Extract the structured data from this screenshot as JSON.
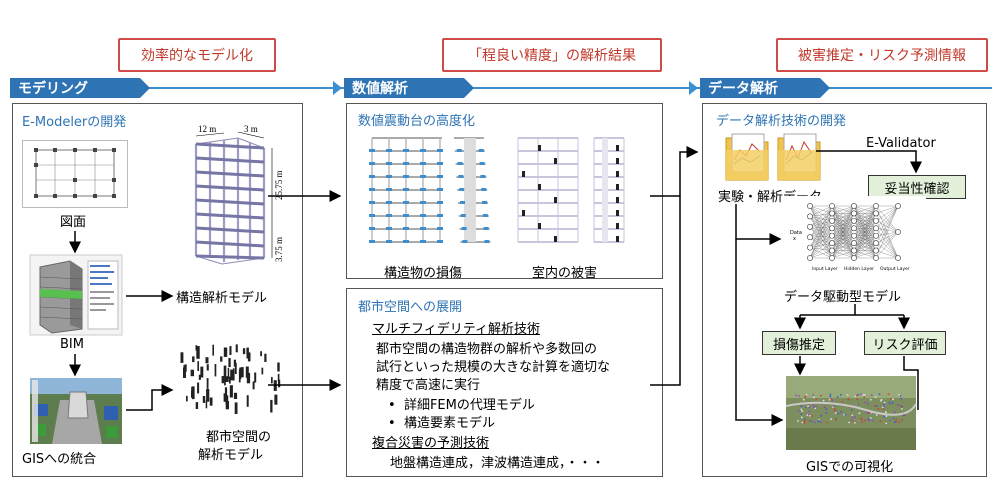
{
  "headers": {
    "left": "効率的なモデル化",
    "center": "「程良い精度」の解析結果",
    "right": "被害推定・リスク予測情報"
  },
  "stages": {
    "modeling": "モデリング",
    "numerical": "数値解析",
    "data": "データ解析"
  },
  "modeling_panel": {
    "title": "E-Modelerの開発",
    "drawing_label": "図面",
    "bim_label": "BIM",
    "gis_label": "GISへの統合",
    "structural_model_label": "構造解析モデル",
    "urban_model_label_1": "都市空間の",
    "urban_model_label_2": "解析モデル",
    "dim_12m": "12 m",
    "dim_3m": "3 m",
    "dim_height": "25.75 m",
    "dim_floor": "3.75 m"
  },
  "shaking_panel": {
    "title": "数値震動台の高度化",
    "damage_label": "構造物の損傷",
    "indoor_label": "室内の被害"
  },
  "urban_panel": {
    "title": "都市空間への展開",
    "mf_heading": "マルチフィデリティ解析技術",
    "mf_line1": "都市空間の構造物群の解析や多数回の",
    "mf_line2": "試行といった規模の大きな計算を適切な",
    "mf_line3": "精度で高速に実行",
    "bullets": [
      "詳細FEMの代理モデル",
      "構造要素モデル"
    ],
    "compound_heading": "複合災害の予測技術",
    "compound_line": "地盤構造連成，津波構造連成，・・・"
  },
  "data_panel": {
    "title": "データ解析技術の開発",
    "validator_label": "E-Validator",
    "data_label": "実験・解析データ",
    "validity_box": "妥当性確認",
    "model_label": "データ駆動型モデル",
    "damage_box": "損傷推定",
    "risk_box": "リスク評価",
    "gis_vis_label": "GISでの可視化",
    "nn_input_layer": "Input Layer",
    "nn_hidden_layer": "Hidden Layer",
    "nn_output_layer": "Output Layer",
    "nn_data": "Data",
    "nn_x": "x"
  }
}
